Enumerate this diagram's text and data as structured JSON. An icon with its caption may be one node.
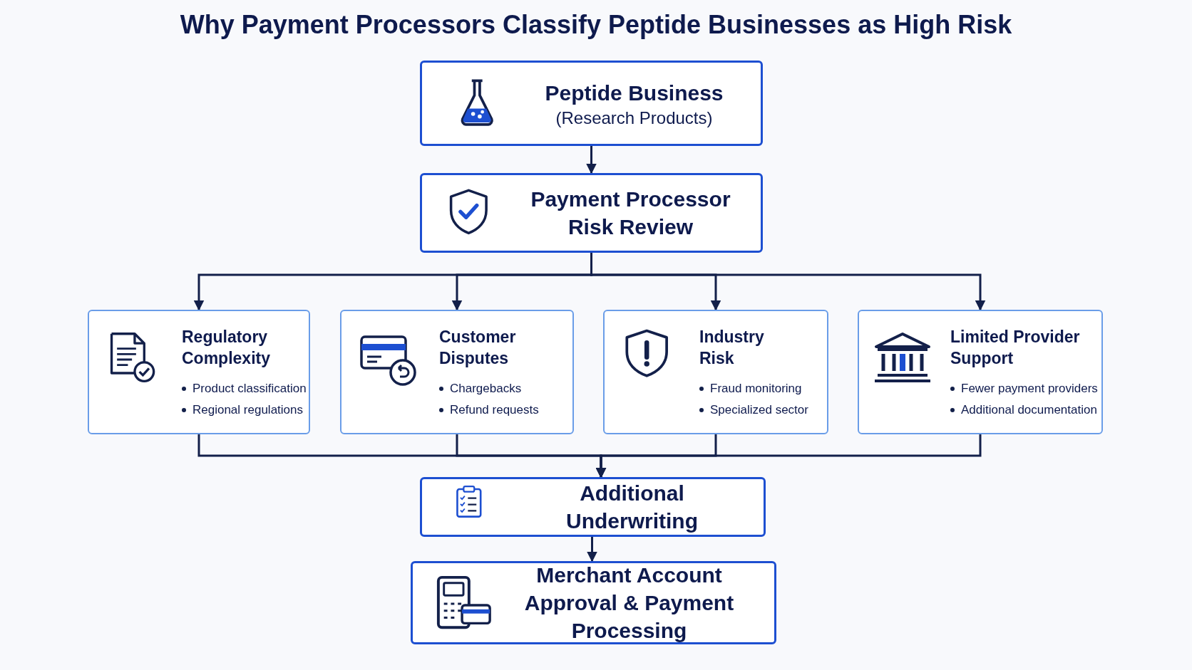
{
  "diagram": {
    "title": "Why Payment Processors Classify Peptide Businesses as High Risk",
    "nodes": [
      {
        "text": [
          "Peptide Business",
          "(Research Products)"
        ]
      },
      {
        "text": [
          "Payment Processor Risk Review"
        ]
      },
      {
        "text": [
          "Regulatory Complexity",
          "Product classification",
          "Regional regulations"
        ]
      },
      {
        "text": [
          "Customer Disputes",
          "Chargebacks",
          "Refund requests"
        ]
      },
      {
        "text": [
          "Industry Risk",
          "Fraud monitoring",
          "Specialized sector"
        ]
      },
      {
        "text": [
          "Limited Provider Support",
          "Fewer payment providers",
          "Additional documentation"
        ]
      },
      {
        "text": [
          "Additional Underwriting"
        ]
      },
      {
        "text": [
          "Merchant Account Approval & Payment Processing"
        ]
      }
    ],
    "edges": [
      {
        "from": 0,
        "to": 1,
        "arrow": "to"
      },
      {
        "from": 1,
        "to": 2,
        "arrow": "to"
      },
      {
        "from": 1,
        "to": 3,
        "arrow": "to"
      },
      {
        "from": 1,
        "to": 4,
        "arrow": "to"
      },
      {
        "from": 1,
        "to": 5,
        "arrow": "to"
      },
      {
        "from": 2,
        "to": 6,
        "arrow": "to"
      },
      {
        "from": 3,
        "to": 6,
        "arrow": "to"
      },
      {
        "from": 4,
        "to": 6,
        "arrow": "to"
      },
      {
        "from": 5,
        "to": 6,
        "arrow": "to"
      },
      {
        "from": 6,
        "to": 7,
        "arrow": "to"
      }
    ]
  }
}
